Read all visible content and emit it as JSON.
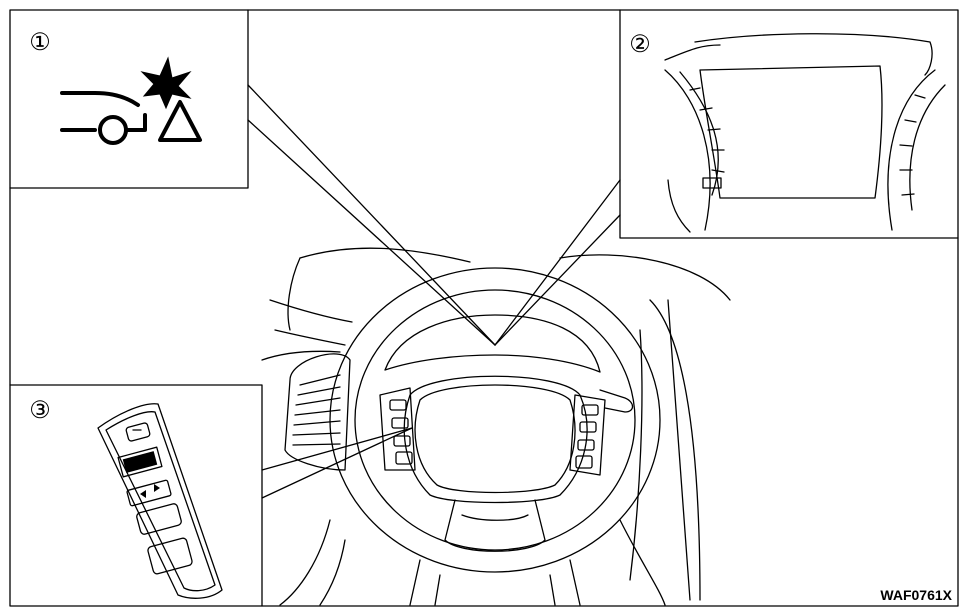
{
  "callouts": [
    {
      "id": "1",
      "label": "①",
      "subject": "warning-light-icon"
    },
    {
      "id": "2",
      "label": "②",
      "subject": "instrument-cluster-display"
    },
    {
      "id": "3",
      "label": "③",
      "subject": "steering-switch-panel"
    }
  ],
  "figure_code": "WAF0761X"
}
